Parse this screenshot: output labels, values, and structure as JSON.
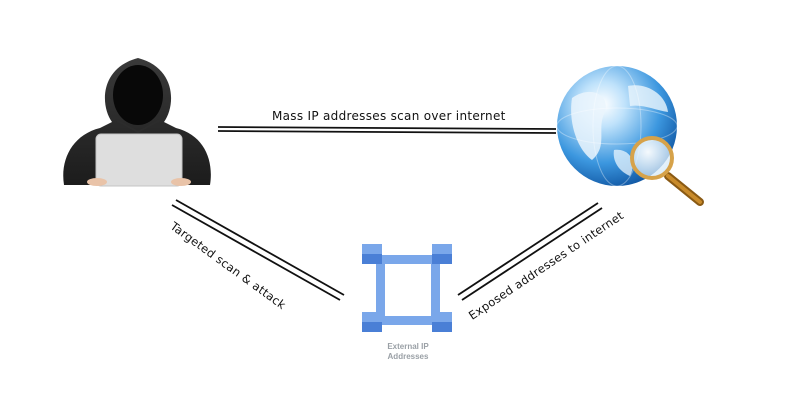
{
  "labels": {
    "top": "Mass IP addresses scan over internet",
    "left": "Targeted scan & attack",
    "right": "Exposed addresses to internet"
  },
  "external_ip": {
    "caption_line1": "External IP",
    "caption_line2": "Addresses"
  },
  "icons": {
    "attacker": "hooded-hacker-icon",
    "internet": "globe-magnifier-icon",
    "external_ip": "external-ip-addresses-icon"
  },
  "colors": {
    "line": "#111111",
    "ip_blue_light": "#7aa7ea",
    "ip_blue_dark": "#4a7fd6",
    "caption": "#9aa0a6"
  }
}
